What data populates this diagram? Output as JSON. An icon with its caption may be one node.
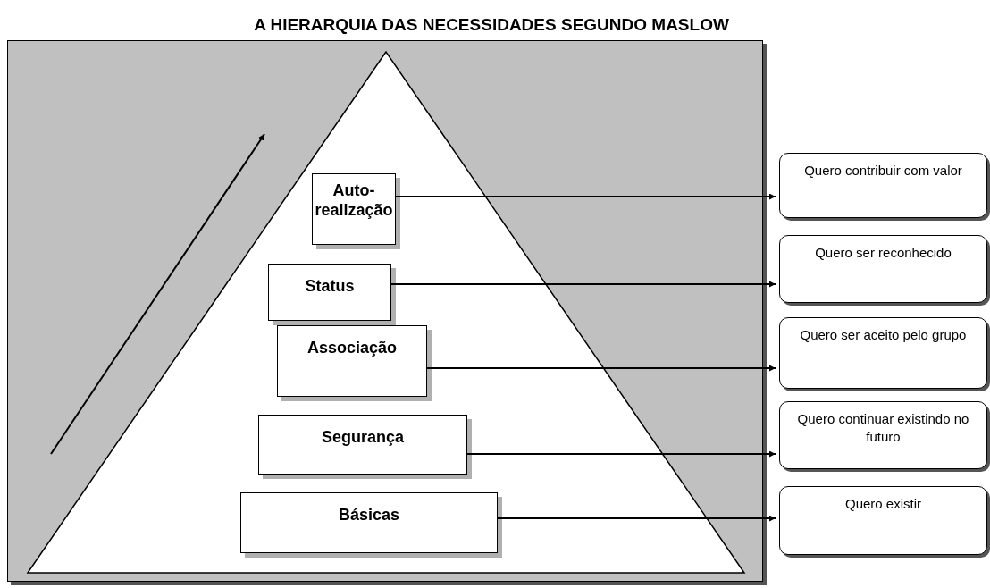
{
  "diagram": {
    "title": "A HIERARQUIA DAS NECESSIDADES SEGUNDO MASLOW",
    "nodes": [
      {
        "text": [],
        "shape": "box"
      },
      {
        "text": [],
        "shape": "triangle",
        "in": 0
      },
      {
        "text": [
          "Auto-realização"
        ],
        "in": 1
      },
      {
        "text": [
          "Status"
        ],
        "in": 1
      },
      {
        "text": [
          "Associação"
        ],
        "in": 1
      },
      {
        "text": [
          "Segurança"
        ],
        "in": 1
      },
      {
        "text": [
          "Básicas"
        ],
        "in": 1
      },
      {
        "text": [
          "Quero contribuir com valor"
        ]
      },
      {
        "text": [
          "Quero ser reconhecido"
        ]
      },
      {
        "text": [
          "Quero ser aceito pelo grupo"
        ]
      },
      {
        "text": [
          "Quero continuar existindo no futuro"
        ]
      },
      {
        "text": [
          "Quero existir"
        ]
      }
    ],
    "edges": [
      {
        "from": 2,
        "to": 7,
        "arrow": "to"
      },
      {
        "from": 3,
        "to": 8,
        "arrow": "to"
      },
      {
        "from": 4,
        "to": 9,
        "arrow": "to"
      },
      {
        "from": 5,
        "to": 10,
        "arrow": "to"
      },
      {
        "from": 6,
        "to": 11,
        "arrow": "to"
      }
    ]
  }
}
